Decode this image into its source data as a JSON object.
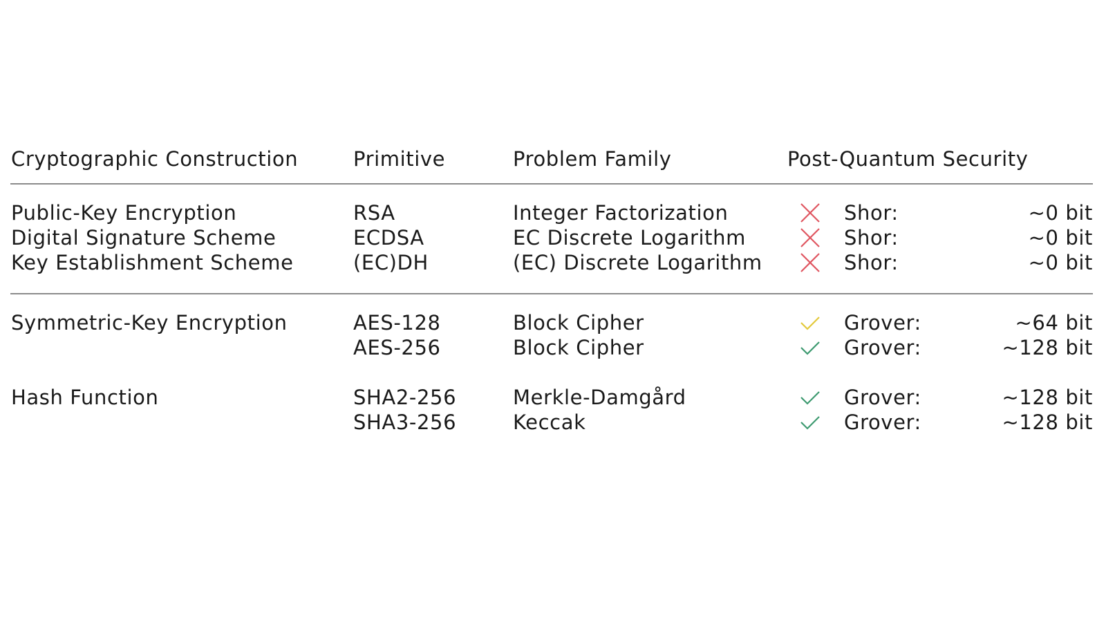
{
  "header": {
    "construction": "Cryptographic Construction",
    "primitive": "Primitive",
    "family": "Problem Family",
    "security": "Post-Quantum Security"
  },
  "colors": {
    "cross": "#e05560",
    "check_yellow": "#e3c93a",
    "check_green": "#3d9a70",
    "rule": "#8a8a8a"
  },
  "groups": [
    {
      "construction_rows": [
        "Public-Key Encryption",
        "Digital Signature Scheme",
        "Key Establishment Scheme"
      ],
      "rows": [
        {
          "primitive": "RSA",
          "family": "Integer Factorization",
          "icon": "cross-icon",
          "algorithm": "Shor:",
          "bits": "~0 bit"
        },
        {
          "primitive": "ECDSA",
          "family": "EC Discrete Logarithm",
          "icon": "cross-icon",
          "algorithm": "Shor:",
          "bits": "~0 bit"
        },
        {
          "primitive": "(EC)DH",
          "family": "(EC) Discrete Logarithm",
          "icon": "cross-icon",
          "algorithm": "Shor:",
          "bits": "~0 bit"
        }
      ]
    },
    {
      "construction_rows": [
        "Symmetric-Key Encryption"
      ],
      "rows": [
        {
          "primitive": "AES-128",
          "family": "Block Cipher",
          "icon": "check-icon-yellow",
          "algorithm": "Grover:",
          "bits": "~64 bit"
        },
        {
          "primitive": "AES-256",
          "family": "Block Cipher",
          "icon": "check-icon-green",
          "algorithm": "Grover:",
          "bits": "~128 bit"
        }
      ]
    },
    {
      "construction_rows": [
        "Hash Function"
      ],
      "rows": [
        {
          "primitive": "SHA2-256",
          "family": "Merkle-Damgård",
          "icon": "check-icon-green",
          "algorithm": "Grover:",
          "bits": "~128 bit"
        },
        {
          "primitive": "SHA3-256",
          "family": "Keccak",
          "icon": "check-icon-green",
          "algorithm": "Grover:",
          "bits": "~128 bit"
        }
      ]
    }
  ]
}
